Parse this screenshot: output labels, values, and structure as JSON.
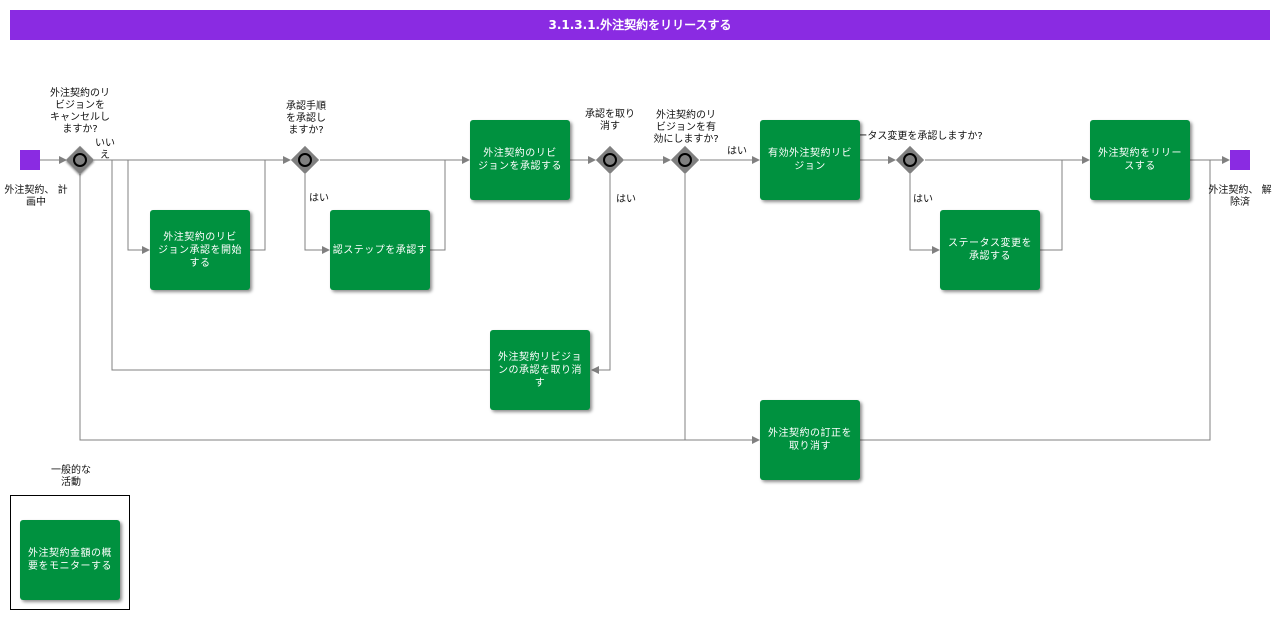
{
  "title": "3.1.3.1.外注契約をリリースする",
  "events": {
    "start_label": "外注契約、 計\n画中",
    "end_label": "外注契約、 解\n除済"
  },
  "gateways": {
    "g1_question": "外注契約のリ\nビジョンを\nキャンセルし\nますか?",
    "g1_no": "いい\nえ",
    "g2_question": "承認手順\nを承認し\nますか?",
    "g2_yes": "はい",
    "g3_question": "承認を取り\n消す",
    "g3_yes": "はい",
    "g4_question": "外注契約のリ\nビジョンを有\n効にしますか?",
    "g4_yes": "はい",
    "g5_question": "ステータス変更を承認しますか?",
    "g5_yes": "はい"
  },
  "tasks": {
    "start_approval": "外注契約のリビ\nジョン承認を開始\nする",
    "approve_step": "認ステップを承認す",
    "approve_revision": "外注契約のリビ\nジョンを承認する",
    "cancel_approval": "外注契約リビジョ\nンの承認を取り消\nす",
    "activate_revision": "有効外注契約リビ\nジョン",
    "approve_status": "ステータス変更を\n承認する",
    "release": "外注契約をリリー\nスする",
    "cancel_correction": "外注契約の訂正を\n取り消す"
  },
  "legend": {
    "title": "一般的な\n活動",
    "task": "外注契約金額の概\n要をモニターする"
  },
  "colors": {
    "header": "#8a2be2",
    "task": "#00913f",
    "event": "#8a2be2",
    "gateway": "#808080",
    "line": "#808080"
  }
}
